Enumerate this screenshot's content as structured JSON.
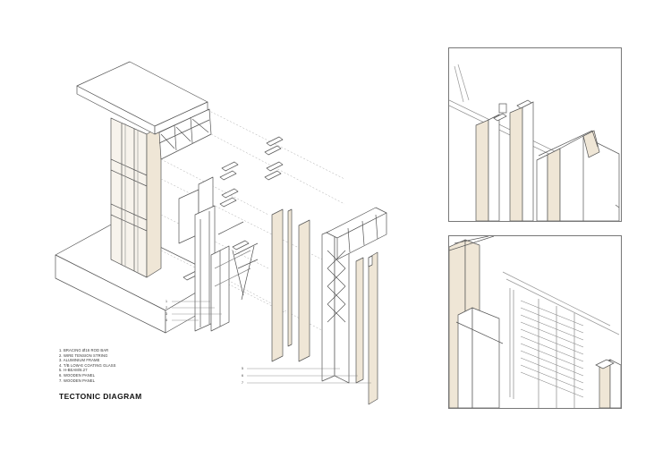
{
  "title": "TECTONIC DIAGRAM",
  "legend": [
    "1. BRACING Ø16 ROD BAR",
    "2. WIRE TENSION STRING",
    "3. ALUMINIUM FRAME",
    "4. T/B LOW-E COATING GLASS",
    "5. H-BEAM/6.27",
    "6. WOODEN PANEL",
    "7. WOODEN PANEL"
  ],
  "callouts_left": [
    "1",
    "2",
    "3",
    "4"
  ],
  "callouts_right": [
    "5",
    "6",
    "7"
  ],
  "colors": {
    "line": "#555555",
    "wood": "#efe6d6",
    "frame": "#777777",
    "background": "#ffffff"
  }
}
